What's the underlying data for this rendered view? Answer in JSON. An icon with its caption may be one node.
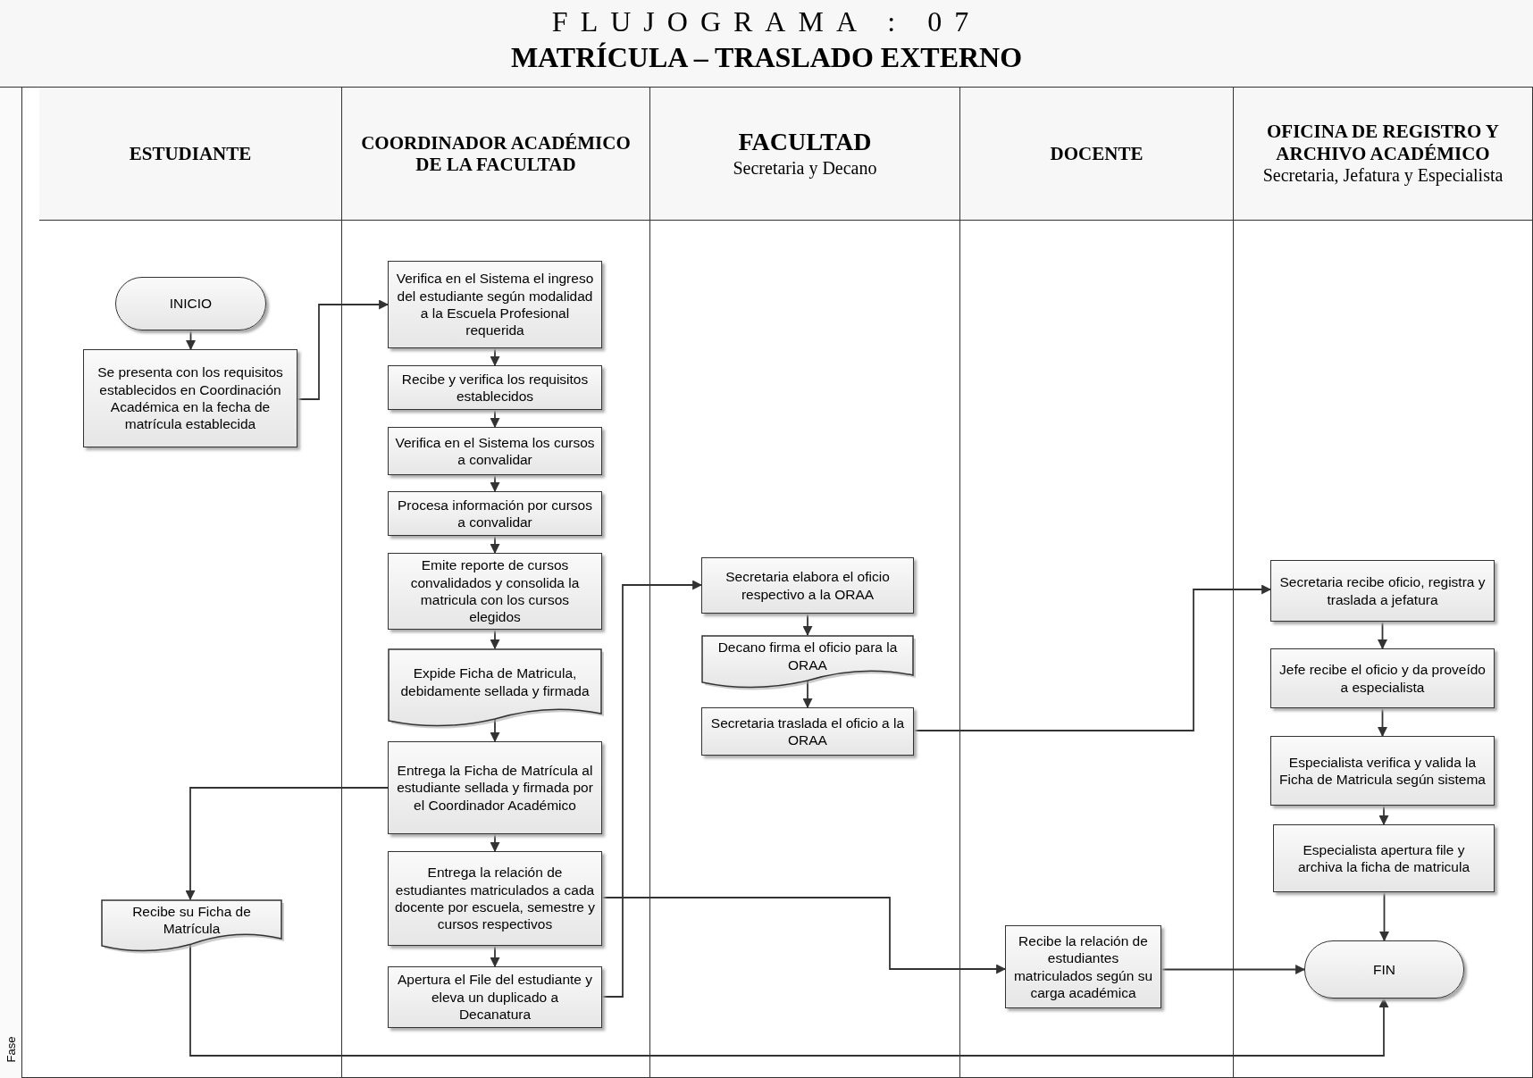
{
  "diagram": {
    "title": "FLUJOGRAMA : 07",
    "nodes": [
      {
        "text": [
          "ESTUDIANTE"
        ]
      },
      {
        "text": [
          "INICIO"
        ],
        "in": 0
      },
      {
        "text": [
          "Se presenta con los requisitos establecidos en Coordinación Académica en la fecha de matrícula establecida"
        ],
        "in": 0
      },
      {
        "text": [
          "Recibe su Ficha de Matrícula"
        ],
        "in": 0
      },
      {
        "text": [
          "COORDINADOR ACADÉMICO DE LA FACULTAD"
        ]
      },
      {
        "text": [
          "Verifica en el Sistema el ingreso del estudiante según modalidad a la Escuela Profesional requerida"
        ],
        "in": 4
      },
      {
        "text": [
          "Recibe y verifica los requisitos establecidos"
        ],
        "in": 4
      },
      {
        "text": [
          "Verifica en el Sistema los cursos a convalidar"
        ],
        "in": 4
      },
      {
        "text": [
          "Procesa información por cursos a convalidar"
        ],
        "in": 4
      },
      {
        "text": [
          "Emite reporte de cursos convalidados y consolida la matricula con los cursos elegidos"
        ],
        "in": 4
      },
      {
        "text": [
          "Expide Ficha de Matricula, debidamente sellada y firmada"
        ],
        "in": 4
      },
      {
        "text": [
          "Entrega la Ficha de Matrícula al estudiante sellada y firmada por el Coordinador Académico"
        ],
        "in": 4
      },
      {
        "text": [
          "Entrega la relación de estudiantes matriculados a cada docente por escuela, semestre y cursos respectivos"
        ],
        "in": 4
      },
      {
        "text": [
          "Apertura el File del estudiante y eleva un duplicado a Decanatura"
        ],
        "in": 4
      },
      {
        "text": [
          "FACULTAD",
          "Secretaria y Decano"
        ]
      },
      {
        "text": [
          "Secretaria elabora el oficio respectivo a la ORAA"
        ],
        "in": 14
      },
      {
        "text": [
          "Decano firma el oficio para la ORAA"
        ],
        "in": 14
      },
      {
        "text": [
          "Secretaria traslada el oficio a la ORAA"
        ],
        "in": 14
      },
      {
        "text": [
          "DOCENTE"
        ]
      },
      {
        "text": [
          "Recibe la relación de estudiantes matriculados según su carga académica"
        ],
        "in": 18
      },
      {
        "text": [
          "OFICINA DE REGISTRO Y ARCHIVO ACADÉMICO",
          "Secretaria, Jefatura y Especialista"
        ]
      },
      {
        "text": [
          "Secretaria recibe oficio, registra y traslada a jefatura"
        ],
        "in": 20
      },
      {
        "text": [
          "Jefe recibe el oficio y da proveído a especialista"
        ],
        "in": 20
      },
      {
        "text": [
          "Especialista verifica y valida la Ficha de Matricula según sistema"
        ],
        "in": 20
      },
      {
        "text": [
          "Especialista apertura file y archiva la ficha de matricula"
        ],
        "in": 20
      },
      {
        "text": [
          "FIN"
        ],
        "in": 20
      }
    ],
    "edges": [
      {
        "from": 1,
        "to": 2,
        "arrow": "to"
      },
      {
        "from": 2,
        "to": 5,
        "arrow": "to"
      },
      {
        "from": 5,
        "to": 6,
        "arrow": "to"
      },
      {
        "from": 6,
        "to": 7,
        "arrow": "to"
      },
      {
        "from": 7,
        "to": 8,
        "arrow": "to"
      },
      {
        "from": 8,
        "to": 9,
        "arrow": "to"
      },
      {
        "from": 9,
        "to": 10,
        "arrow": "to"
      },
      {
        "from": 10,
        "to": 11,
        "arrow": "to"
      },
      {
        "from": 11,
        "to": 3,
        "arrow": "to"
      },
      {
        "from": 11,
        "to": 12,
        "arrow": "to"
      },
      {
        "from": 12,
        "to": 19,
        "arrow": "to"
      },
      {
        "from": 12,
        "to": 13,
        "arrow": "to"
      },
      {
        "from": 13,
        "to": 15,
        "arrow": "to"
      },
      {
        "from": 15,
        "to": 16,
        "arrow": "to"
      },
      {
        "from": 16,
        "to": 17,
        "arrow": "to"
      },
      {
        "from": 17,
        "to": 21,
        "arrow": "to"
      },
      {
        "from": 21,
        "to": 22,
        "arrow": "to"
      },
      {
        "from": 22,
        "to": 23,
        "arrow": "to"
      },
      {
        "from": 23,
        "to": 24,
        "arrow": "to"
      },
      {
        "from": 24,
        "to": 25,
        "arrow": "to"
      },
      {
        "from": 19,
        "to": 25,
        "arrow": "to"
      },
      {
        "from": 3,
        "to": 25,
        "arrow": "to"
      }
    ],
    "labels": [
      "MATRÍCULA – TRASLADO EXTERNO",
      "Fase"
    ]
  }
}
